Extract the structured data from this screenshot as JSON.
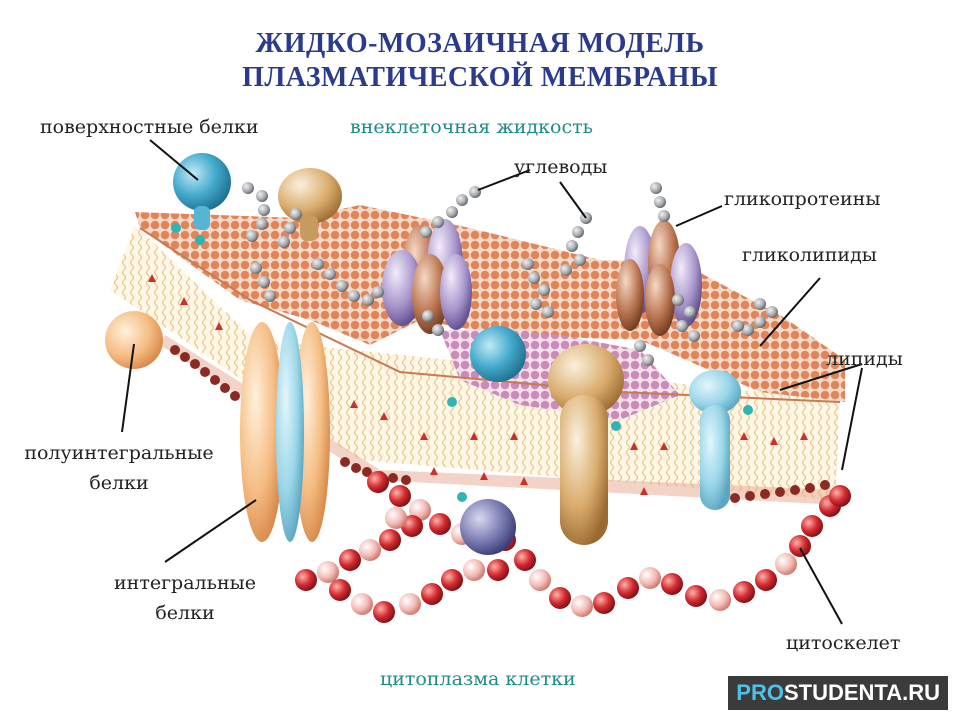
{
  "title": {
    "line1": "ЖИДКО-МОЗАИЧНАЯ МОДЕЛЬ",
    "line2": "ПЛАЗМАТИЧЕСКОЙ МЕМБРАНЫ"
  },
  "labels": {
    "surface_proteins": "поверхностные белки",
    "extracellular": "внеклеточная жидкость",
    "carbohydrates": "углеводы",
    "glycoproteins": "гликопротеины",
    "glycolipids": "гликолипиды",
    "lipids": "липиды",
    "semi_integral_1": "полуинтегральные",
    "semi_integral_2": "белки",
    "integral_1": "интегральные",
    "integral_2": "белки",
    "cytoskeleton": "цитоскелет",
    "cytoplasm": "цитоплазма клетки"
  },
  "watermark": {
    "part1": "PRO",
    "part2": "STUDENTA.RU"
  },
  "colors": {
    "title": "#2a3a8c",
    "teal_label": "#1f8a8a",
    "lipid_head": "#e08a5c",
    "protein_orange": "#f2b27a",
    "protein_blue": "#4fb0cf",
    "cytoskeleton_red": "#c41f2a"
  }
}
